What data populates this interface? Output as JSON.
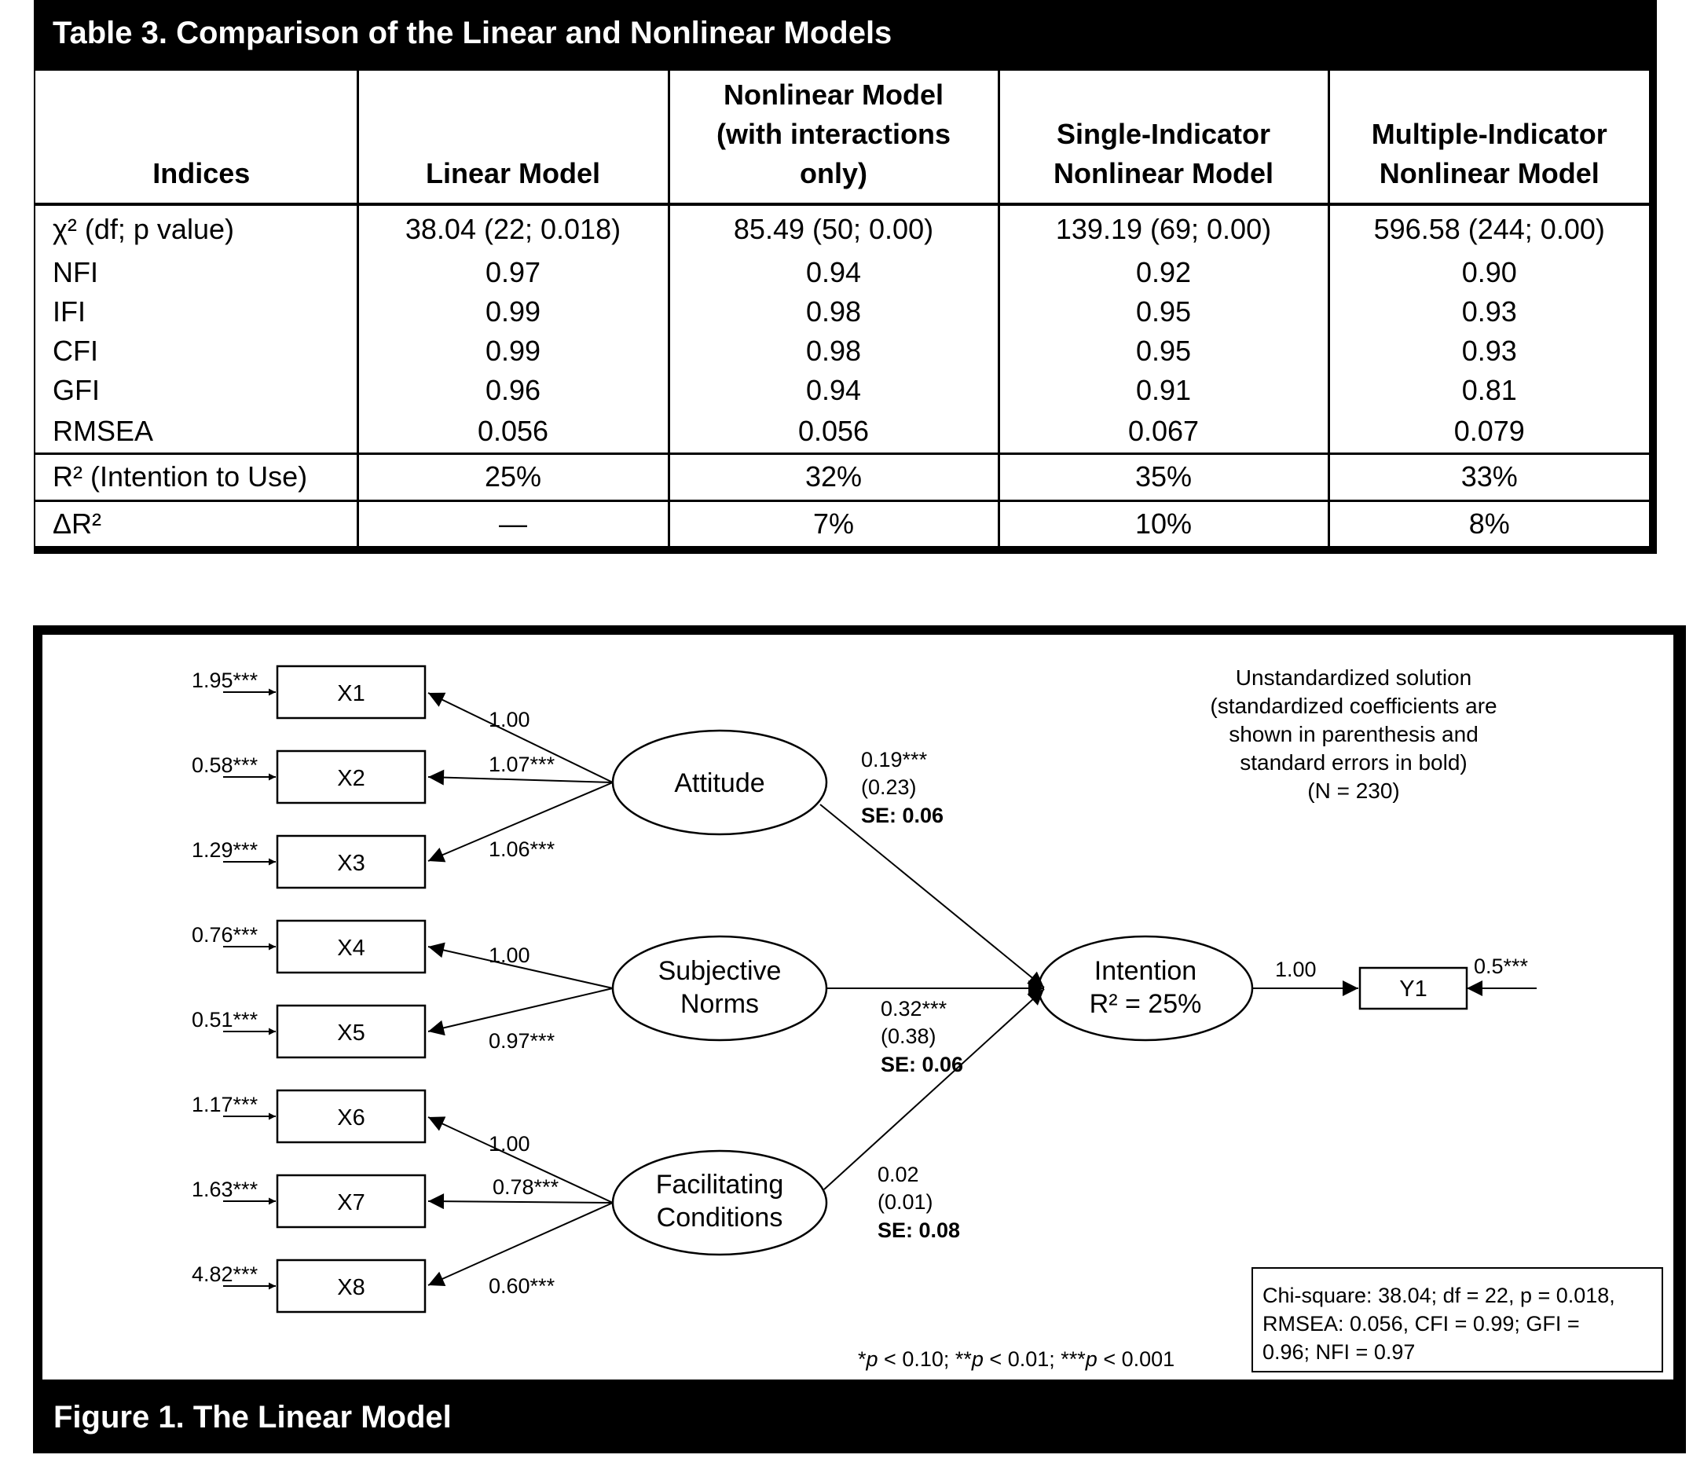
{
  "table": {
    "title": "Table 3.  Comparison of the Linear and Nonlinear Models",
    "header": {
      "indices": "Indices",
      "linear": "Linear Model",
      "nonlinear": [
        "Nonlinear Model",
        "(with interactions",
        "only)"
      ],
      "single": [
        "Single-Indicator",
        "Nonlinear Model"
      ],
      "multiple": [
        "Multiple-Indicator",
        "Nonlinear Model"
      ]
    },
    "rows": [
      {
        "label": "χ² (df; p value)",
        "values": [
          "38.04 (22; 0.018)",
          "85.49 (50; 0.00)",
          "139.19 (69; 0.00)",
          "596.58 (244; 0.00)"
        ]
      },
      {
        "label": "NFI",
        "values": [
          "0.97",
          "0.94",
          "0.92",
          "0.90"
        ]
      },
      {
        "label": "IFI",
        "values": [
          "0.99",
          "0.98",
          "0.95",
          "0.93"
        ]
      },
      {
        "label": "CFI",
        "values": [
          "0.99",
          "0.98",
          "0.95",
          "0.93"
        ]
      },
      {
        "label": "GFI",
        "values": [
          "0.96",
          "0.94",
          "0.91",
          "0.81"
        ]
      },
      {
        "label": "RMSEA",
        "values": [
          "0.056",
          "0.056",
          "0.067",
          "0.079"
        ]
      },
      {
        "label": "R² (Intention to Use)",
        "values": [
          "25%",
          "32%",
          "35%",
          "33%"
        ]
      },
      {
        "label": "ΔR²",
        "values": [
          "—",
          "7%",
          "10%",
          "8%"
        ]
      }
    ]
  },
  "figure": {
    "title": "Figure 1.  The Linear Model",
    "indicators": [
      {
        "name": "X1",
        "error": "1.95***",
        "loading": "1.00"
      },
      {
        "name": "X2",
        "error": "0.58***",
        "loading": "1.07***"
      },
      {
        "name": "X3",
        "error": "1.29***",
        "loading": "1.06***"
      },
      {
        "name": "X4",
        "error": "0.76***",
        "loading": "1.00"
      },
      {
        "name": "X5",
        "error": "0.51***",
        "loading": "0.97***"
      },
      {
        "name": "X6",
        "error": "1.17***",
        "loading": "1.00"
      },
      {
        "name": "X7",
        "error": "1.63***",
        "loading": "0.78***"
      },
      {
        "name": "X8",
        "error": "4.82***",
        "loading": "0.60***"
      }
    ],
    "constructs": {
      "attitude": [
        "Attitude"
      ],
      "subjective_norms": [
        "Subjective",
        "Norms"
      ],
      "facilitating_conditions": [
        "Facilitating",
        "Conditions"
      ],
      "intention": [
        "Intention",
        "R² = 25%"
      ]
    },
    "paths": [
      {
        "from": "Attitude",
        "coef": "0.19***",
        "std": "(0.23)",
        "se": "SE: 0.06"
      },
      {
        "from": "Subjective Norms",
        "coef": "0.32***",
        "std": "(0.38)",
        "se": "SE: 0.06"
      },
      {
        "from": "Facilitating Conditions",
        "coef": "0.02",
        "std": "(0.01)",
        "se": "SE: 0.08"
      }
    ],
    "outcome": {
      "name": "Y1",
      "loading": "1.00",
      "error": "0.5***"
    },
    "note": [
      "Unstandardized solution",
      "(standardized coefficients are",
      "shown in parenthesis and",
      "standard errors in bold)",
      "(N = 230)"
    ],
    "fit_box": [
      "Chi-square:  38.04; df = 22, p = 0.018,",
      "RMSEA:  0.056, CFI = 0.99; GFI =",
      "0.96; NFI = 0.97"
    ],
    "significance": [
      {
        "text": "*",
        "italic": false
      },
      {
        "text": "p",
        "italic": true
      },
      {
        "text": " < 0.10; **",
        "italic": false
      },
      {
        "text": "p",
        "italic": true
      },
      {
        "text": " < 0.01; ***",
        "italic": false
      },
      {
        "text": "p",
        "italic": true
      },
      {
        "text": " < 0.001",
        "italic": false
      }
    ]
  }
}
